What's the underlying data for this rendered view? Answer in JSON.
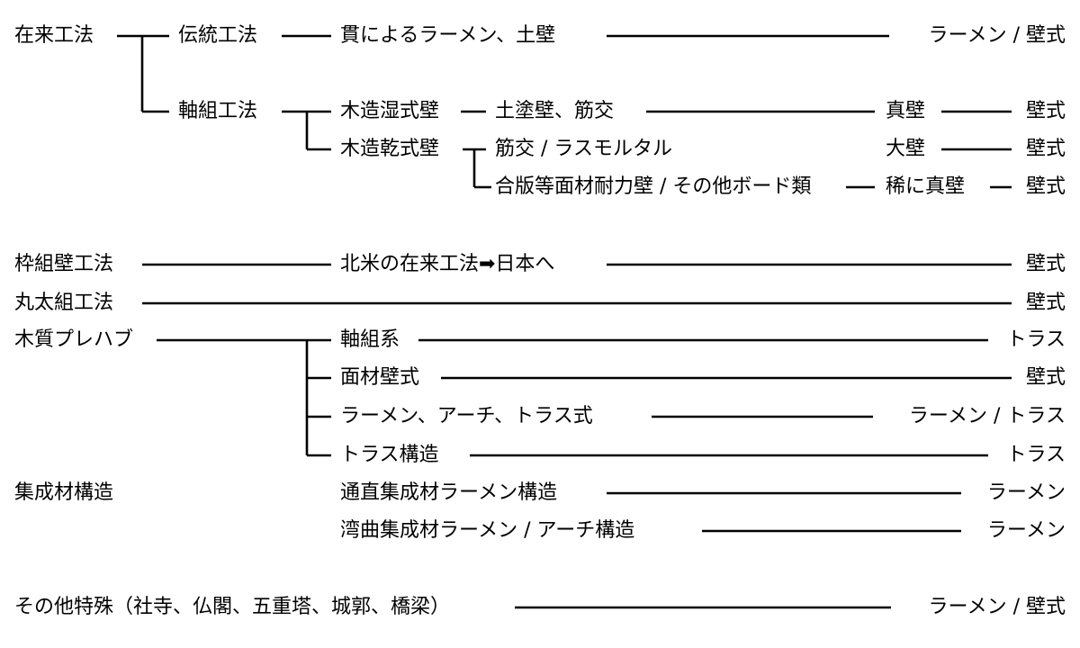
{
  "zairai": {
    "root": "在来工法",
    "dento": {
      "label": "伝統工法",
      "desc": "貫によるラーメン、土壁",
      "result": "ラーメン / 壁式"
    },
    "jikugumi": {
      "label": "軸組工法",
      "shikkiki": {
        "label": "木造湿式壁",
        "desc": "土塗壁、筋交",
        "wall": "真壁",
        "result": "壁式"
      },
      "kanshiki": {
        "label": "木造乾式壁",
        "a": {
          "desc": "筋交 / ラスモルタル",
          "wall": "大壁",
          "result": "壁式"
        },
        "b": {
          "desc": "合版等面材耐力壁 / その他ボード類",
          "wall": "稀に真壁",
          "result": "壁式"
        }
      }
    }
  },
  "wakugumi": {
    "label": "枠組壁工法",
    "desc": "北米の在来工法➡日本へ",
    "result": "壁式"
  },
  "marutagumi": {
    "label": "丸太組工法",
    "result": "壁式"
  },
  "prefab": {
    "label": "木質プレハブ",
    "items": [
      {
        "label": "軸組系",
        "result": "トラス"
      },
      {
        "label": "面材壁式",
        "result": "壁式"
      },
      {
        "label": "ラーメン、アーチ、トラス式",
        "result": "ラーメン / トラス"
      },
      {
        "label": "トラス構造",
        "result": "トラス"
      }
    ]
  },
  "shuseizai": {
    "label": "集成材構造",
    "items": [
      {
        "label": "通直集成材ラーメン構造",
        "result": "ラーメン"
      },
      {
        "label": "湾曲集成材ラーメン / アーチ構造",
        "result": "ラーメン"
      }
    ]
  },
  "tokushu": {
    "label": "その他特殊（社寺、仏閣、五重塔、城郭、橋梁）",
    "result": "ラーメン / 壁式"
  }
}
